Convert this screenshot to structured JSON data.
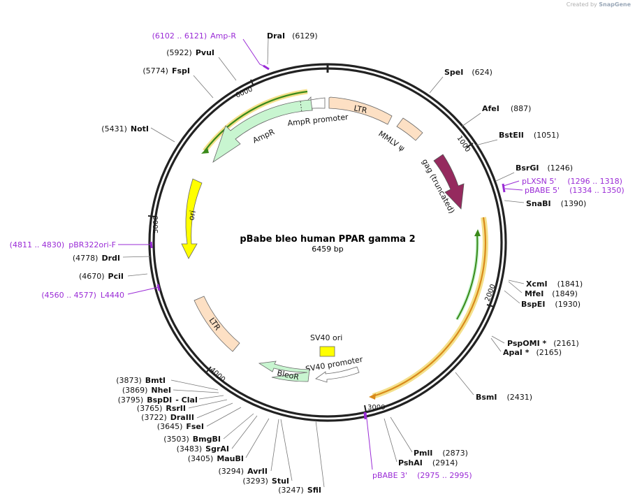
{
  "credit": {
    "prefix": "Created by",
    "brand": "SnapGene"
  },
  "plasmid": {
    "name": "pBabe bleo human PPAR gamma 2",
    "length_label": "6459 bp",
    "length": 6459
  },
  "ticks": [
    "1000",
    "2000",
    "3000",
    "4000",
    "5000",
    "6000"
  ],
  "sites": [
    {
      "name": "DraI",
      "pos": "(6129)",
      "side": "right"
    },
    {
      "name": "SpeI",
      "pos": "(624)",
      "side": "right"
    },
    {
      "name": "AfeI",
      "pos": "(887)",
      "side": "right"
    },
    {
      "name": "BstEII",
      "pos": "(1051)",
      "side": "right"
    },
    {
      "name": "BsrGI",
      "pos": "(1246)",
      "side": "right"
    },
    {
      "name": "SnaBI",
      "pos": "(1390)",
      "side": "right"
    },
    {
      "name": "XcmI",
      "pos": "(1841)",
      "side": "right"
    },
    {
      "name": "MfeI",
      "pos": "(1849)",
      "side": "right"
    },
    {
      "name": "BspEI",
      "pos": "(1930)",
      "side": "right"
    },
    {
      "name": "PspOMI *",
      "pos": "(2161)",
      "side": "right"
    },
    {
      "name": "ApaI  *",
      "pos": "(2165)",
      "side": "right"
    },
    {
      "name": "BsmI",
      "pos": "(2431)",
      "side": "right"
    },
    {
      "name": "PmlI",
      "pos": "(2873)",
      "side": "right"
    },
    {
      "name": "PshAI",
      "pos": "(2914)",
      "side": "right"
    },
    {
      "name": "PvuI",
      "pos": "(5922)",
      "side": "left"
    },
    {
      "name": "FspI",
      "pos": "(5774)",
      "side": "left"
    },
    {
      "name": "NotI",
      "pos": "(5431)",
      "side": "left"
    },
    {
      "name": "DrdI",
      "pos": "(4778)",
      "side": "left"
    },
    {
      "name": "PciI",
      "pos": "(4670)",
      "side": "left"
    },
    {
      "name": "BmtI",
      "pos": "(3873)",
      "side": "left"
    },
    {
      "name": "NheI",
      "pos": "(3869)",
      "side": "left"
    },
    {
      "name": "BspDI",
      "pos": "(3795)",
      "side": "left"
    },
    {
      "name": "- ClaI",
      "pos": "",
      "side": "left"
    },
    {
      "name": "RsrII",
      "pos": "(3765)",
      "side": "left"
    },
    {
      "name": "DraIII",
      "pos": "(3722)",
      "side": "left"
    },
    {
      "name": "FseI",
      "pos": "(3645)",
      "side": "left"
    },
    {
      "name": "BmgBI",
      "pos": "(3503)",
      "side": "left"
    },
    {
      "name": "SgrAI",
      "pos": "(3483)",
      "side": "left"
    },
    {
      "name": "MauBI",
      "pos": "(3405)",
      "side": "left"
    },
    {
      "name": "AvrII",
      "pos": "(3294)",
      "side": "left"
    },
    {
      "name": "StuI",
      "pos": "(3293)",
      "side": "left"
    },
    {
      "name": "SfiI",
      "pos": "(3247)",
      "side": "left"
    }
  ],
  "primers": [
    {
      "name": "Amp-R",
      "range": "(6102 .. 6121)"
    },
    {
      "name": "pLXSN 5'",
      "range": "(1296 .. 1318)"
    },
    {
      "name": "pBABE 5'",
      "range": "(1334 .. 1350)"
    },
    {
      "name": "pBR322ori-F",
      "range": "(4811 .. 4830)"
    },
    {
      "name": "L4440",
      "range": "(4560 .. 4577)"
    },
    {
      "name": "pBABE 3'",
      "range": "(2975 .. 2995)"
    }
  ],
  "features": [
    {
      "name": "LTR",
      "type": "LTR",
      "color": "#fde0c4"
    },
    {
      "name": "MMLV ψ",
      "type": "misc",
      "color": "#fde0c4"
    },
    {
      "name": "gag (truncated)",
      "type": "CDS",
      "color": "#952a5e"
    },
    {
      "name": "AmpR promoter",
      "type": "promoter",
      "color": "#ffffff"
    },
    {
      "name": "AmpR",
      "type": "CDS",
      "color": "#c8f5d0"
    },
    {
      "name": "ori",
      "type": "rep_origin",
      "color": "#ffff00"
    },
    {
      "name": "LTR",
      "type": "LTR",
      "color": "#fde0c4"
    },
    {
      "name": "SV40 ori",
      "type": "rep_origin",
      "color": "#ffff00"
    },
    {
      "name": "SV40 promoter",
      "type": "promoter",
      "color": "#ffffff"
    },
    {
      "name": "BleoR",
      "type": "CDS",
      "color": "#c8f5d0"
    }
  ],
  "colors": {
    "backbone": "#222222",
    "primer": "#9a2bd6",
    "orf_green": "#3a8a1a",
    "orf_orange": "#d98a1a",
    "orf_halo": "#f4e08a"
  }
}
